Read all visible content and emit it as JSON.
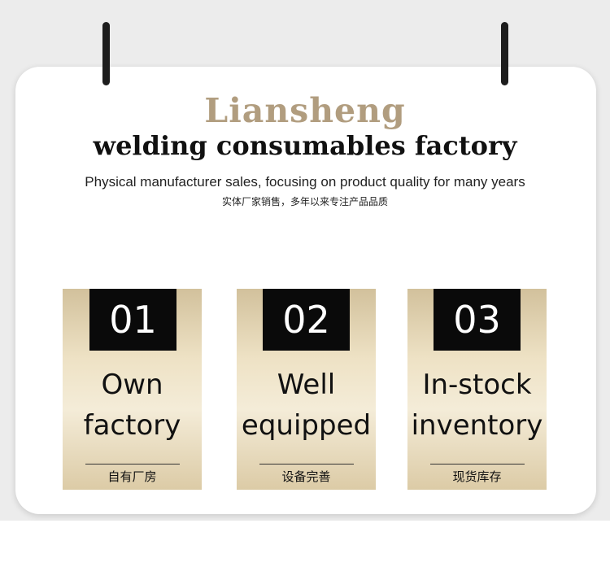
{
  "brand": "Liansheng",
  "headline": "welding consumables factory",
  "subtitle_en": "Physical manufacturer sales, focusing on product quality for many years",
  "subtitle_cn": "实体厂家销售，多年以来专注产品品质",
  "features": [
    {
      "number": "01",
      "title_line1": "Own",
      "title_line2": "factory",
      "label_cn": "自有厂房"
    },
    {
      "number": "02",
      "title_line1": "Well",
      "title_line2": "equipped",
      "label_cn": "设备完善"
    },
    {
      "number": "03",
      "title_line1": "In-stock",
      "title_line2": "inventory",
      "label_cn": "现货库存"
    }
  ],
  "colors": {
    "brand_gold": "#b19d7f",
    "card_gold": "#eee2c5",
    "number_box": "#0a0a0a",
    "hanger": "#1d1d1d"
  }
}
